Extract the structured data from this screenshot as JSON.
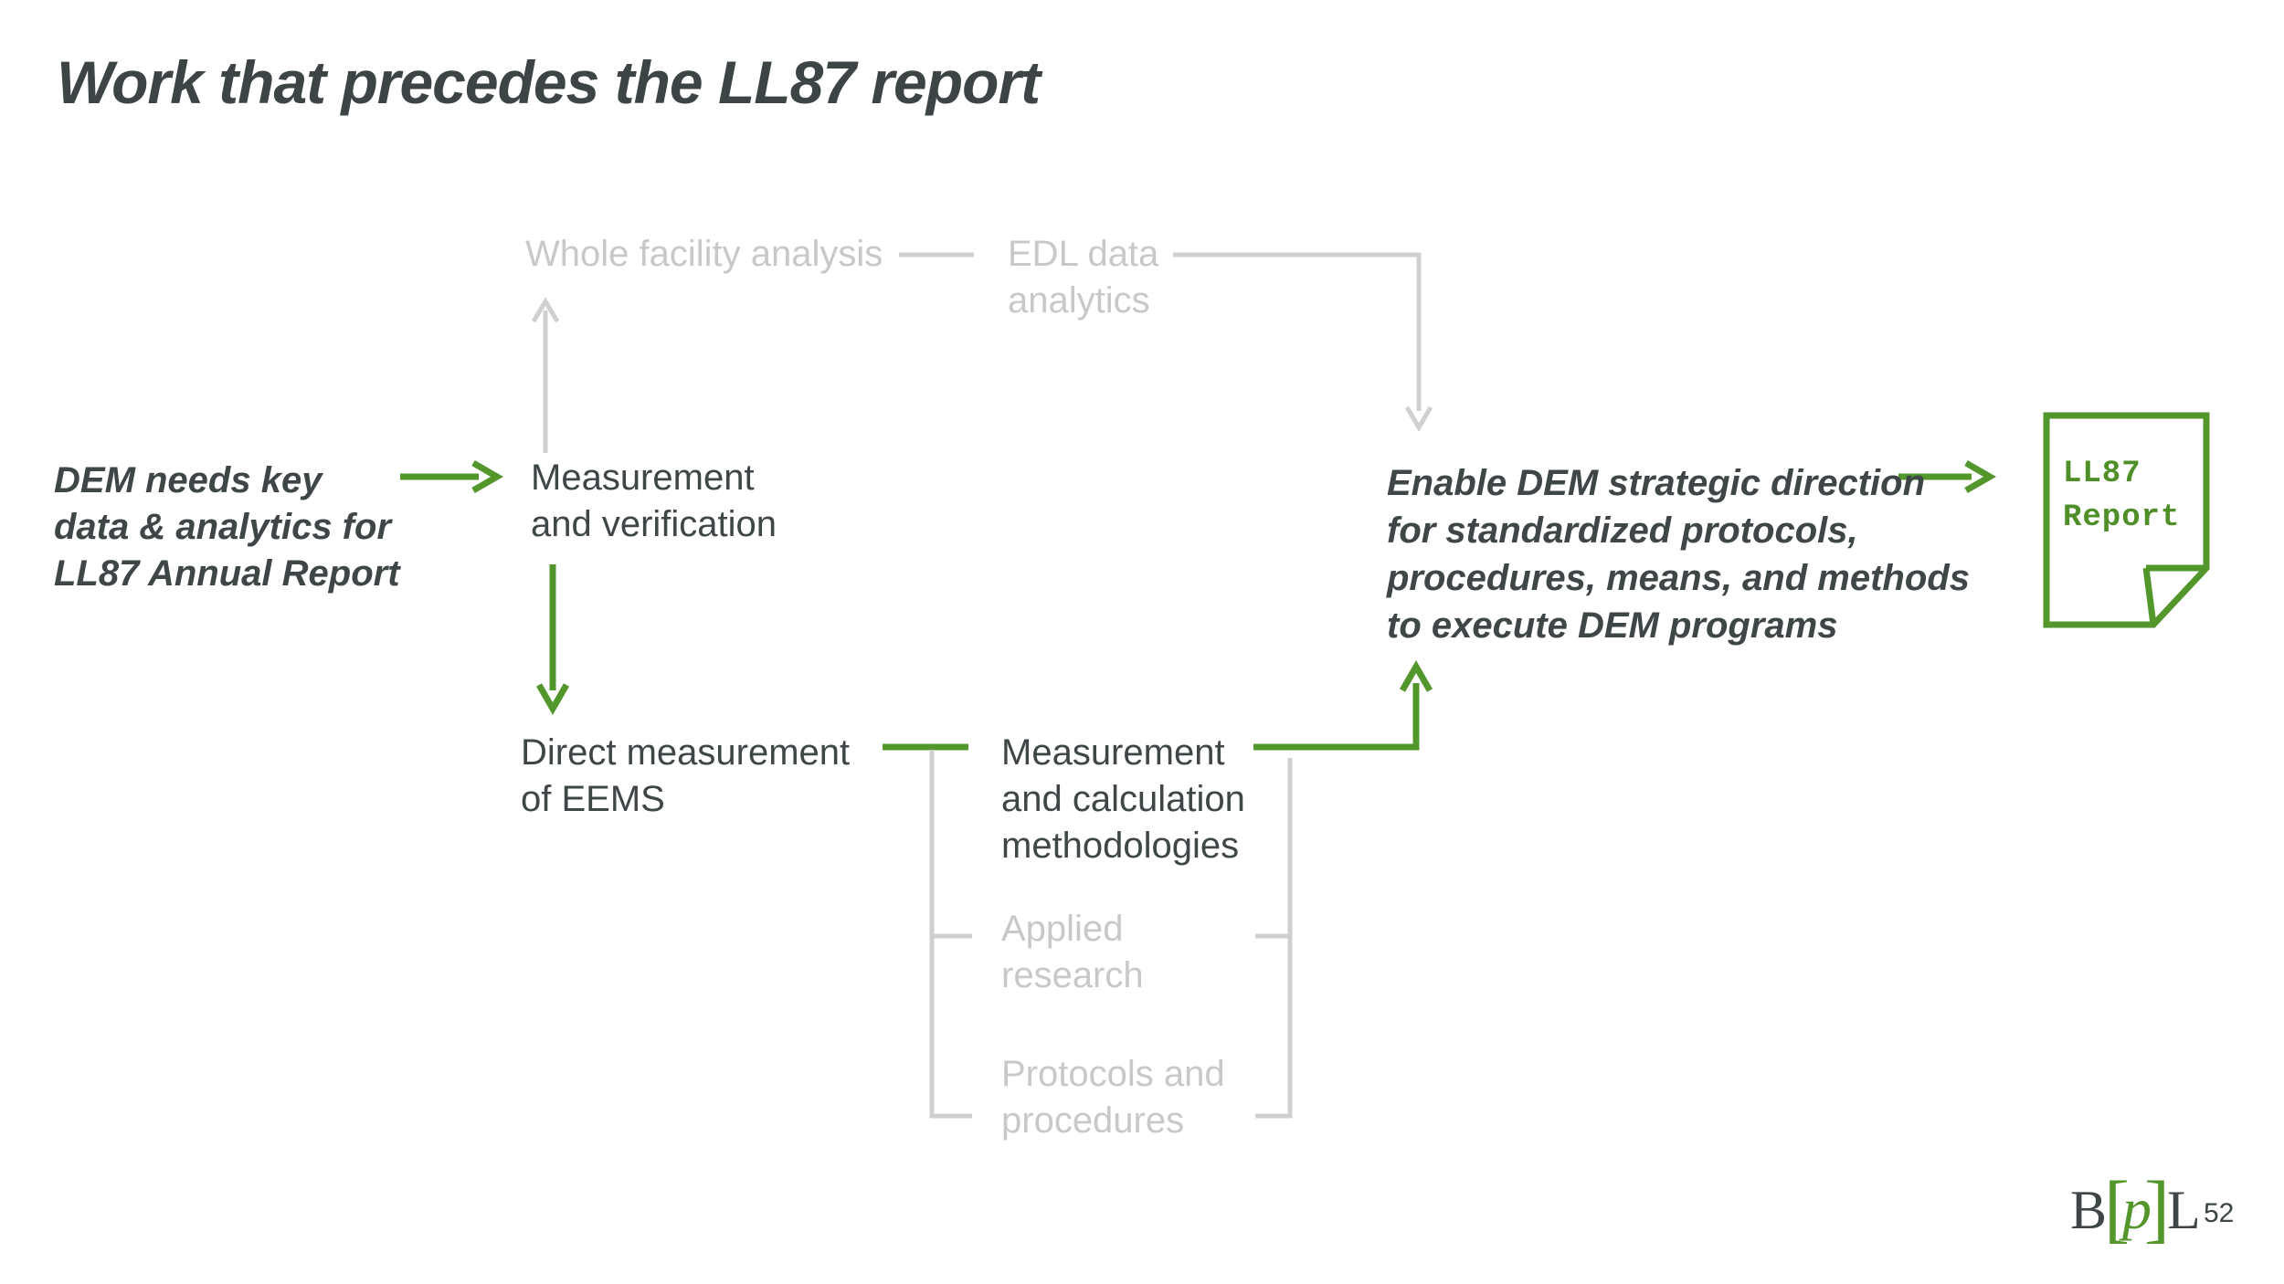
{
  "slide": {
    "title": "Work that precedes the LL87 report",
    "page_number": "52"
  },
  "logo": {
    "left_letter": "B",
    "open_bracket": "[",
    "middle_letter": "p",
    "close_bracket": "]",
    "right_letter": "L"
  },
  "colors": {
    "green_accent": "#53962c",
    "gray_inactive": "#c7c9c8",
    "gray_line": "#cfd0cf",
    "dark_text": "#3e4648",
    "background": "#ffffff"
  },
  "diagram": {
    "nodes": {
      "whole_facility_analysis": "Whole facility analysis",
      "edl_data_analytics": "EDL data\nanalytics",
      "dem_needs": "DEM needs key\ndata & analytics for\nLL87 Annual Report",
      "measurement_verification": "Measurement\nand verification",
      "direct_measurement_eems": "Direct measurement\nof EEMS",
      "measurement_calculation": "Measurement\nand calculation\nmethodologies",
      "applied_research": "Applied\nresearch",
      "protocols_procedures": "Protocols and\nprocedures",
      "enable_dem": "Enable DEM strategic direction\nfor standardized protocols,\nprocedures, means, and methods\nto execute DEM programs",
      "ll87_report": "LL87\nReport"
    }
  }
}
